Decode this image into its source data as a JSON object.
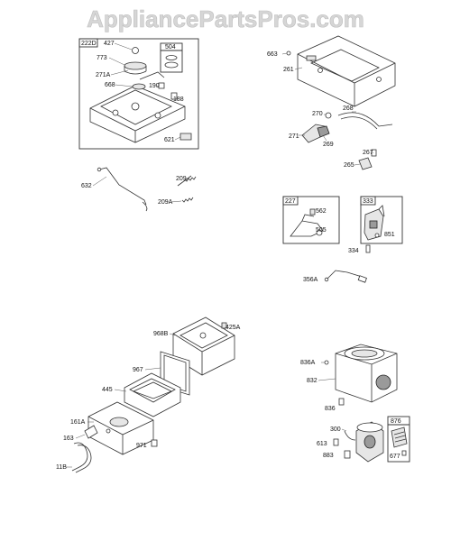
{
  "watermark": "AppliancePartsPros.com",
  "boxes": {
    "b222d": "222D",
    "b504": "504",
    "b227": "227",
    "b333": "333",
    "b876": "876"
  },
  "labels": {
    "l427": "427",
    "l773": "773",
    "l271a": "271A",
    "l668": "668",
    "l190": "190",
    "l188": "188",
    "l621": "621",
    "l663": "663",
    "l261": "261",
    "l270": "270",
    "l268": "268",
    "l271": "271",
    "l269": "269",
    "l267": "267",
    "l265": "265",
    "l632": "632",
    "l209": "209",
    "l209a": "209A",
    "l562": "562",
    "l505": "505",
    "l851": "851",
    "l334": "334",
    "l356a": "356A",
    "l968b": "968B",
    "l425a": "425A",
    "l967": "967",
    "l445": "445",
    "l161a": "161A",
    "l163": "163",
    "l971": "971",
    "l11b": "11B",
    "l836a": "836A",
    "l832": "832",
    "l836": "836",
    "l300": "300",
    "l613": "613",
    "l883": "883",
    "l677": "677"
  }
}
